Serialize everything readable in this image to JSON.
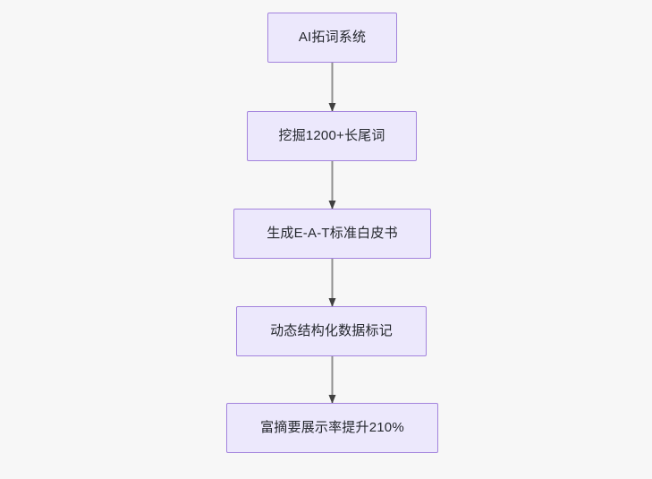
{
  "diagram": {
    "type": "flowchart",
    "orientation": "top-to-bottom",
    "background_color": "#f7f7f7",
    "node_fill_color": "#ece8fc",
    "node_border_color": "#a383dd",
    "node_text_color": "#25282e",
    "connector_color": "#8f8f8f",
    "arrowhead_color": "#404040",
    "nodes": [
      {
        "id": "n1",
        "label": "AI拓词系统"
      },
      {
        "id": "n2",
        "label": "挖掘1200+长尾词"
      },
      {
        "id": "n3",
        "label": "生成E-A-T标准白皮书"
      },
      {
        "id": "n4",
        "label": "动态结构化数据标记"
      },
      {
        "id": "n5",
        "label": "富摘要展示率提升210%"
      }
    ],
    "edges": [
      {
        "from": "n1",
        "to": "n2"
      },
      {
        "from": "n2",
        "to": "n3"
      },
      {
        "from": "n3",
        "to": "n4"
      },
      {
        "from": "n4",
        "to": "n5"
      }
    ]
  }
}
